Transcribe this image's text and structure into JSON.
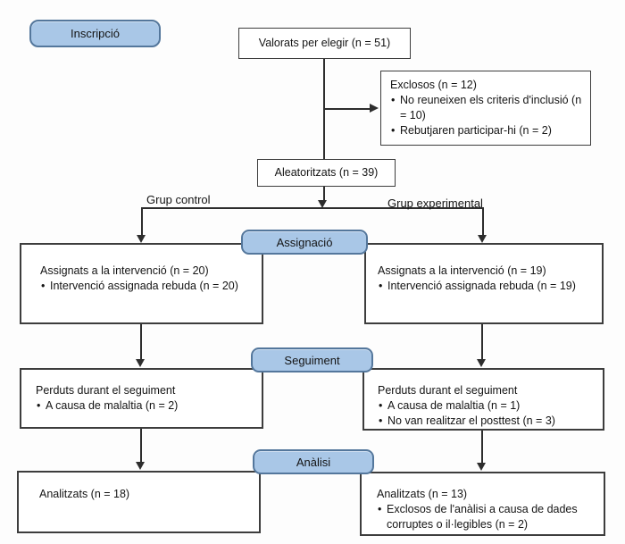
{
  "flow": {
    "stage_labels": {
      "enrollment": "Inscripció",
      "assignment": "Assignació",
      "followup": "Seguiment",
      "analysis": "Anàlisi"
    },
    "assessed": {
      "text": "Valorats per elegir (n = 51)"
    },
    "excluded": {
      "title": "Exclosos (n = 12)",
      "bullets": [
        "No reuneixen els criteris d'inclusió (n = 10)",
        "Rebutjaren participar-hi (n = 2)"
      ]
    },
    "randomized": {
      "text": "Aleatoritzats (n = 39)"
    },
    "branches": {
      "control": "Grup control",
      "experimental": "Grup experimental"
    },
    "control": {
      "assignment": {
        "title": "Assignats a la intervenció (n = 20)",
        "bullets": [
          "Intervenció assignada rebuda (n = 20)"
        ]
      },
      "followup": {
        "title": "Perduts durant el seguiment",
        "bullets": [
          "A causa de malaltia (n = 2)"
        ]
      },
      "analysis": {
        "title": "Analitzats (n = 18)",
        "bullets": []
      }
    },
    "experimental": {
      "assignment": {
        "title": "Assignats a la intervenció (n = 19)",
        "bullets": [
          "Intervenció assignada rebuda (n = 19)"
        ]
      },
      "followup": {
        "title": "Perduts durant el seguiment",
        "bullets": [
          "A causa de malaltia (n = 1)",
          "No van realitzar el posttest (n = 3)"
        ]
      },
      "analysis": {
        "title": "Analitzats (n = 13)",
        "bullets": [
          "Exclosos de l'anàlisi a causa de dades corruptes o il·legibles (n = 2)"
        ]
      }
    },
    "colors": {
      "badge_fill": "#a9c7e7",
      "badge_border": "#54779c",
      "box_border": "#3d3d3d",
      "line": "#2d2d2d"
    }
  }
}
